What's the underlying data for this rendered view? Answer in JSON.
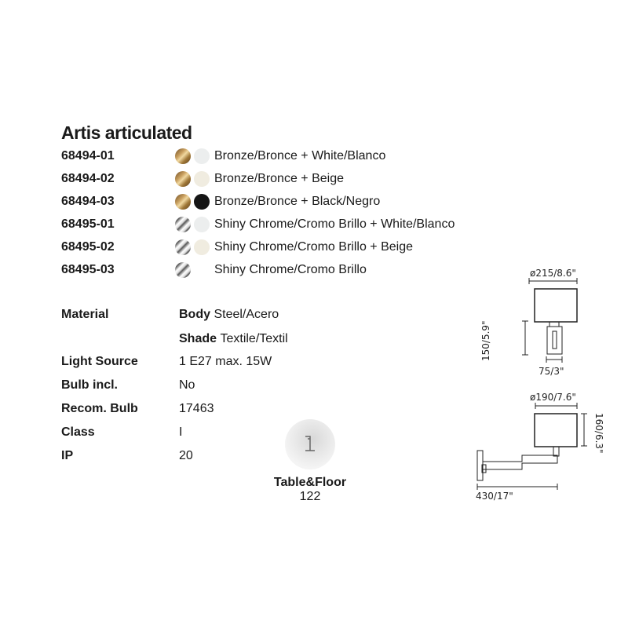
{
  "title": "Artis articulated",
  "variants": [
    {
      "code": "68494-01",
      "finish": "bronze",
      "shade": "white",
      "desc": "Bronze/Bronce + White/Blanco"
    },
    {
      "code": "68494-02",
      "finish": "bronze",
      "shade": "beige",
      "desc": "Bronze/Bronce + Beige"
    },
    {
      "code": "68494-03",
      "finish": "bronze",
      "shade": "black",
      "desc": "Bronze/Bronce + Black/Negro"
    },
    {
      "code": "68495-01",
      "finish": "chrome",
      "shade": "white",
      "desc": "Shiny Chrome/Cromo Brillo + White/Blanco"
    },
    {
      "code": "68495-02",
      "finish": "chrome",
      "shade": "beige",
      "desc": "Shiny Chrome/Cromo Brillo + Beige"
    },
    {
      "code": "68495-03",
      "finish": "chrome",
      "shade": "none",
      "desc": "Shiny Chrome/Cromo Brillo"
    }
  ],
  "specs": {
    "material_label": "Material",
    "body_label": "Body",
    "body_value": "Steel/Acero",
    "shade_label": "Shade",
    "shade_value": "Textile/Textil",
    "light_label": "Light Source",
    "light_value": "1 E27 max. 15W",
    "bulb_label": "Bulb incl.",
    "bulb_value": "No",
    "recom_label": "Recom. Bulb",
    "recom_value": "17463",
    "class_label": "Class",
    "class_value": "I",
    "ip_label": "IP",
    "ip_value": "20"
  },
  "accessory": {
    "label": "Table&Floor",
    "number": "122"
  },
  "dimensions": {
    "front_shade": "ø215/8.6\"",
    "front_height": "150/5.9\"",
    "front_width": "75/3\"",
    "side_shade": "ø190/7.6\"",
    "side_height": "160/6.3\"",
    "side_length": "430/17\""
  }
}
